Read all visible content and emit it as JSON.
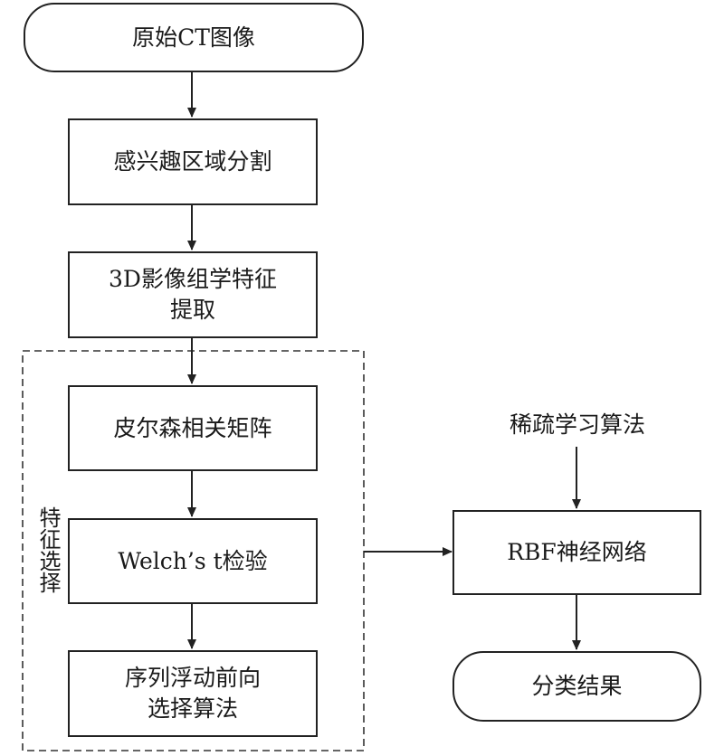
{
  "nodes": {
    "original": "原始CT图像",
    "roi": "感兴趣区域分割",
    "radiomics": "3D影像组学特征\n提取",
    "pearson": "皮尔森相关矩阵",
    "welch": "Welch’s t检验",
    "sffs": "序列浮动前向\n选择算法",
    "rbf": "RBF神经网络",
    "result": "分类结果"
  },
  "labels": {
    "sparse": "稀疏学习算法",
    "group": "特征选择"
  }
}
